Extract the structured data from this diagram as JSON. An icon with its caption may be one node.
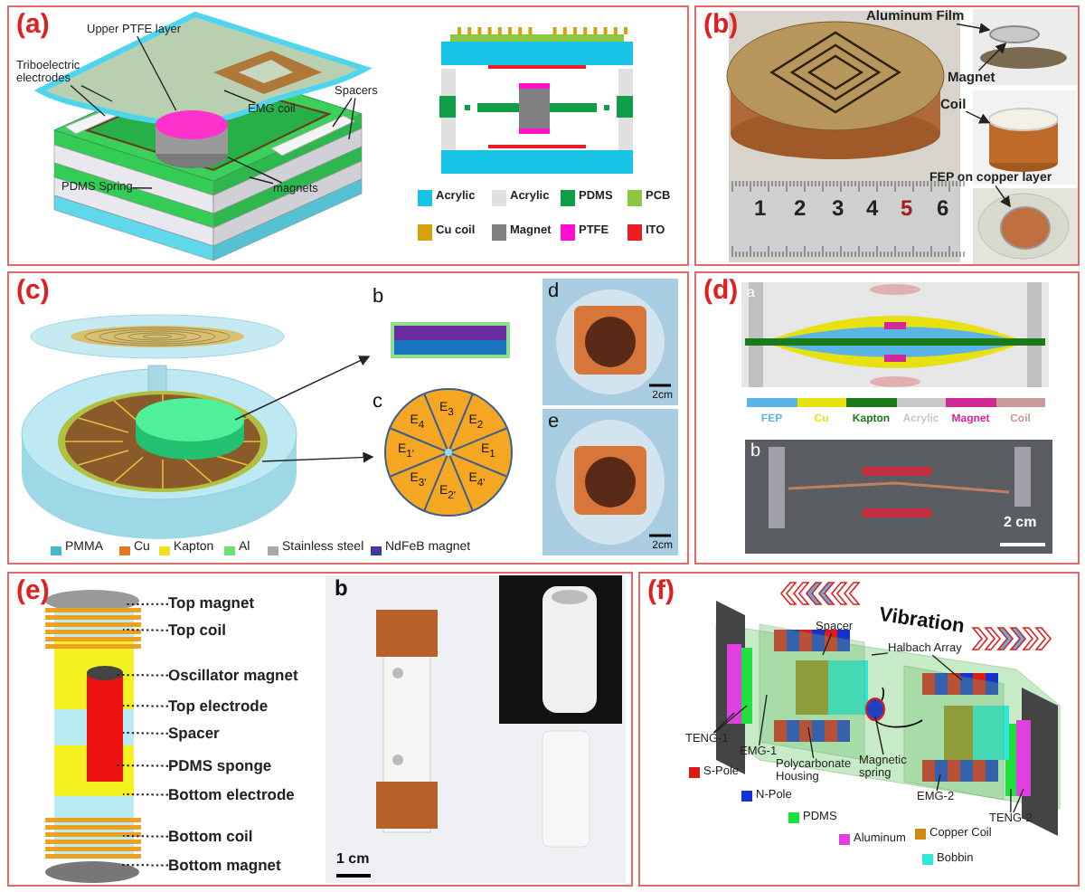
{
  "diagram": {
    "nodes": [
      {
        "text": [
          "(a)"
        ]
      },
      {
        "text": [
          "Upper PTFE layer"
        ],
        "in": 0
      },
      {
        "text": [
          "Triboelectric electrodes"
        ],
        "in": 0
      },
      {
        "text": [
          "EMG coil"
        ],
        "in": 0
      },
      {
        "text": [
          "Spacers"
        ],
        "in": 0
      },
      {
        "text": [
          "PDMS Spring"
        ],
        "in": 0
      },
      {
        "text": [
          "magnets"
        ],
        "in": 0
      },
      {
        "text": [
          "(b)"
        ]
      },
      {
        "text": [
          "Aluminum Film"
        ],
        "in": 7
      },
      {
        "text": [
          "Magnet"
        ],
        "in": 7
      },
      {
        "text": [
          "Coil"
        ],
        "in": 7
      },
      {
        "text": [
          "FEP on copper layer"
        ],
        "in": 7
      },
      {
        "text": [
          "(c)"
        ]
      },
      {
        "text": [
          "b"
        ],
        "in": 12
      },
      {
        "text": [
          "c",
          "E$_{4}$",
          "E$_{3}$",
          "E$_{2}$",
          "E$_{1'}$",
          "E$_{1}$",
          "E$_{3'}$",
          "E$_{4'}$",
          "E$_{2'}$"
        ],
        "in": 12
      },
      {
        "text": [
          "d",
          "2cm"
        ],
        "in": 12
      },
      {
        "text": [
          "e",
          "2cm"
        ],
        "in": 12
      },
      {
        "text": [
          "(d)"
        ]
      },
      {
        "text": [
          "(e)"
        ]
      },
      {
        "text": [
          "Top magnet"
        ],
        "in": 18
      },
      {
        "text": [
          "Top coil"
        ],
        "in": 18
      },
      {
        "text": [
          "Oscillator magnet"
        ],
        "in": 18
      },
      {
        "text": [
          "Top electrode"
        ],
        "in": 18
      },
      {
        "text": [
          "Spacer"
        ],
        "in": 18
      },
      {
        "text": [
          "PDMS sponge"
        ],
        "in": 18
      },
      {
        "text": [
          "Bottom electrode"
        ],
        "in": 18
      },
      {
        "text": [
          "Bottom coil"
        ],
        "in": 18
      },
      {
        "text": [
          "Bottom magnet"
        ],
        "in": 18
      },
      {
        "text": [
          "(f)"
        ]
      },
      {
        "text": [
          "Spacer"
        ],
        "in": 28
      },
      {
        "text": [
          "Halbach Array"
        ],
        "in": 28
      },
      {
        "text": [
          "TENG-1"
        ],
        "in": 28
      },
      {
        "text": [
          "EMG-1"
        ],
        "in": 28
      },
      {
        "text": [
          "Polycarbonate Housing"
        ],
        "in": 28
      },
      {
        "text": [
          "Magnetic spring"
        ],
        "in": 28
      },
      {
        "text": [
          "EMG-2"
        ],
        "in": 28
      },
      {
        "text": [
          "TENG-2"
        ],
        "in": 28
      },
      {
        "text": [],
        "shape": "cylinder",
        "in": 0
      },
      {
        "text": [],
        "shape": "disc",
        "in": 7
      },
      {
        "text": [],
        "shape": "cylinder",
        "in": 7
      },
      {
        "text": [],
        "shape": "circle",
        "in": 7
      }
    ],
    "edges": [
      {
        "from": 1,
        "to": 37,
        "arrow": "none"
      },
      {
        "from": 2,
        "to": null,
        "arrow": "none"
      },
      {
        "from": 2,
        "to": null,
        "arrow": "none"
      },
      {
        "from": 3,
        "to": null,
        "arrow": "none"
      },
      {
        "from": 4,
        "to": null,
        "arrow": "none"
      },
      {
        "from": 4,
        "to": null,
        "arrow": "none"
      },
      {
        "from": 5,
        "to": null,
        "arrow": "none"
      },
      {
        "from": 6,
        "to": 37,
        "arrow": "none"
      },
      {
        "from": 6,
        "to": null,
        "arrow": "none"
      },
      {
        "from": 8,
        "to": 38,
        "arrow": "to"
      },
      {
        "from": 9,
        "to": 38,
        "arrow": "to"
      },
      {
        "from": 10,
        "to": 39,
        "arrow": "to"
      },
      {
        "from": 11,
        "to": 40,
        "arrow": "to"
      },
      {
        "from": null,
        "to": 13,
        "arrow": "to"
      },
      {
        "from": null,
        "to": 14,
        "arrow": "to"
      },
      {
        "from": 19,
        "to": null,
        "arrow": "none",
        "style": "dashed"
      },
      {
        "from": 20,
        "to": null,
        "arrow": "none",
        "style": "dashed"
      },
      {
        "from": 21,
        "to": null,
        "arrow": "none",
        "style": "dashed"
      },
      {
        "from": 22,
        "to": null,
        "arrow": "none",
        "style": "dashed"
      },
      {
        "from": 23,
        "to": null,
        "arrow": "none",
        "style": "dashed"
      },
      {
        "from": 24,
        "to": null,
        "arrow": "none",
        "style": "dashed"
      },
      {
        "from": 25,
        "to": null,
        "arrow": "none",
        "style": "dashed"
      },
      {
        "from": 26,
        "to": null,
        "arrow": "none",
        "style": "dashed"
      },
      {
        "from": 27,
        "to": null,
        "arrow": "none",
        "style": "dashed"
      },
      {
        "from": 29,
        "to": null,
        "arrow": "none"
      },
      {
        "from": 30,
        "to": null,
        "arrow": "none"
      },
      {
        "from": 30,
        "to": null,
        "arrow": "none"
      },
      {
        "from": 31,
        "to": null,
        "arrow": "none"
      },
      {
        "from": 31,
        "to": null,
        "arrow": "none"
      },
      {
        "from": 32,
        "to": null,
        "arrow": "none"
      },
      {
        "from": 33,
        "to": null,
        "arrow": "none"
      },
      {
        "from": 34,
        "to": null,
        "arrow": "none"
      },
      {
        "from": 35,
        "to": null,
        "arrow": "none"
      },
      {
        "from": 36,
        "to": null,
        "arrow": "none"
      },
      {
        "from": 36,
        "to": null,
        "arrow": "none"
      }
    ],
    "labels": [
      "1",
      "2",
      "3",
      "4",
      "5",
      "6",
      "a",
      "b",
      "2 cm",
      "b",
      "1 cm",
      "Vibration"
    ],
    "legend": [
      {
        "text": "Acrylic",
        "color": "#19c3e6"
      },
      {
        "text": "Acrylic",
        "color": "#e0e0e0"
      },
      {
        "text": "PDMS",
        "color": "#0f9d48"
      },
      {
        "text": "PCB",
        "color": "#8dc63f"
      },
      {
        "text": "Cu coil",
        "color": "#d4a20a"
      },
      {
        "text": "Magnet",
        "color": "#808080"
      },
      {
        "text": "PTFE",
        "color": "#ff10d0"
      },
      {
        "text": "ITO",
        "color": "#ed1c24"
      },
      {
        "text": "PMMA",
        "color": "#46b8c8"
      },
      {
        "text": "Cu",
        "color": "#e07b20"
      },
      {
        "text": "Kapton",
        "color": "#f0e020"
      },
      {
        "text": "Al",
        "color": "#70e070"
      },
      {
        "text": "Stainless steel",
        "color": "#a8a8a8"
      },
      {
        "text": "NdFeB magnet",
        "color": "#3c3c9c"
      },
      {
        "text": "FEP",
        "color": "#5ab4e6"
      },
      {
        "text": "Cu",
        "color": "#e8e010"
      },
      {
        "text": "Kapton",
        "color": "#1a7a1a"
      },
      {
        "text": "Acrylic",
        "color": "#c8c8c8"
      },
      {
        "text": "Magnet",
        "color": "#d02a96"
      },
      {
        "text": "Coil",
        "color": "#c89a9a"
      },
      {
        "text": "S-Pole",
        "color": "#e01818"
      },
      {
        "text": "N-Pole",
        "color": "#1830d0"
      },
      {
        "text": "PDMS",
        "color": "#20e040"
      },
      {
        "text": "Aluminum",
        "color": "#e040e0"
      },
      {
        "text": "Copper Coil",
        "color": "#d08a10"
      },
      {
        "text": "Bobbin",
        "color": "#30e8d8"
      }
    ]
  }
}
